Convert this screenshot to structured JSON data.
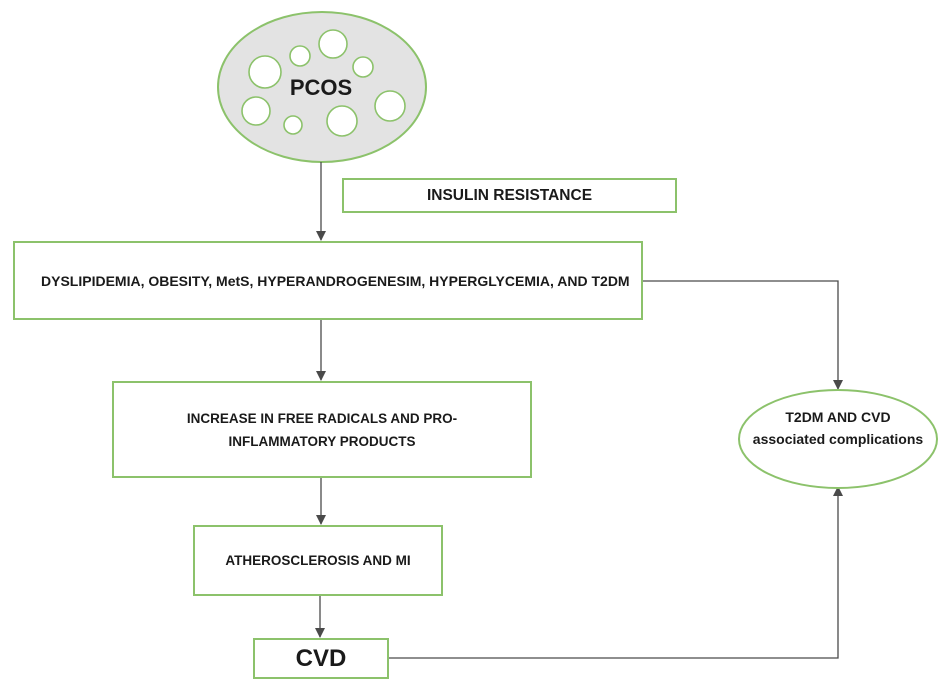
{
  "nodes": {
    "pcos": "PCOS",
    "insulin_resistance": "INSULIN RESISTANCE",
    "risk_factors": "DYSLIPIDEMIA, OBESITY, MetS, HYPERANDROGENESIM, HYPERGLYCEMIA, AND T2DM",
    "free_radicals": "INCREASE IN FREE RADICALS AND PRO-INFLAMMATORY PRODUCTS",
    "atherosclerosis": "ATHEROSCLEROSIS AND MI",
    "cvd": "CVD",
    "complications": "T2DM AND CVD associated complications"
  },
  "colors": {
    "node_border": "#8cc26b",
    "pcos_fill": "#e3e3e3",
    "follicle_fill": "#ffffff",
    "arrow": "#4a4a4a"
  }
}
